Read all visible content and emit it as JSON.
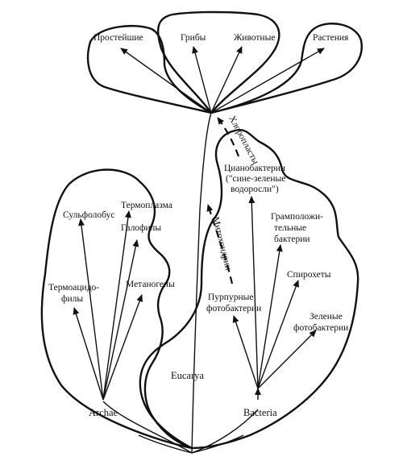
{
  "eukarya_group": {
    "root": "Eucarya",
    "members": [
      "Простейшие",
      "Грибы",
      "Животные",
      "Растения"
    ]
  },
  "archaea_group": {
    "root": "Archae",
    "members": [
      "Сульфолобус",
      "Термоплазма",
      "Галофилы",
      "Метаногены"
    ],
    "thermo": [
      "Термоацидо-",
      "филы"
    ]
  },
  "bacteria_group": {
    "root": "Bacteria",
    "cyano": [
      "Цианобактерии",
      "(\"сине-зеленые",
      "водоросли\")"
    ],
    "gram": [
      "Грамположи-",
      "тельные",
      "бактерии"
    ],
    "spiro": "Спирохеты",
    "purple": [
      "Пурпурные",
      "фотобактерии"
    ],
    "green": [
      "Зеленые",
      "фотобактерии"
    ]
  },
  "endosymbiosis": {
    "chloroplasts": "Хлоропласты",
    "mitochondria": "Митохондрии"
  },
  "icons": [
    "arrowhead"
  ]
}
